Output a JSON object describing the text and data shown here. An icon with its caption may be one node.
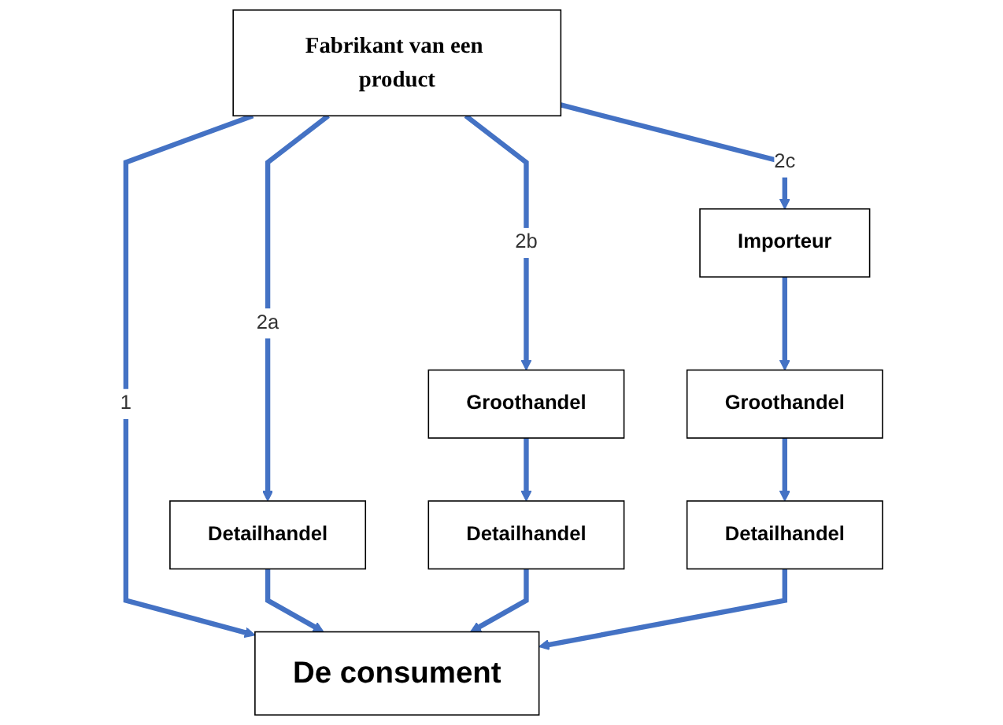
{
  "diagram": {
    "nodes": [
      {
        "text": [
          "Fabrikant van een product"
        ]
      },
      {
        "text": [
          "Detailhandel"
        ]
      },
      {
        "text": [
          "Groothandel"
        ]
      },
      {
        "text": [
          "Detailhandel"
        ]
      },
      {
        "text": [
          "Importeur"
        ]
      },
      {
        "text": [
          "Groothandel"
        ]
      },
      {
        "text": [
          "Detailhandel"
        ]
      },
      {
        "text": [
          "De consument"
        ]
      }
    ],
    "edges": [
      {
        "from": 0,
        "to": 7,
        "arrow": "to",
        "label": "1"
      },
      {
        "from": 0,
        "to": 1,
        "arrow": "to",
        "label": "2a"
      },
      {
        "from": 1,
        "to": 7,
        "arrow": "to"
      },
      {
        "from": 0,
        "to": 2,
        "arrow": "to",
        "label": "2b"
      },
      {
        "from": 2,
        "to": 3,
        "arrow": "to"
      },
      {
        "from": 3,
        "to": 7,
        "arrow": "to"
      },
      {
        "from": 0,
        "to": 4,
        "arrow": "to",
        "label": "2c"
      },
      {
        "from": 4,
        "to": 5,
        "arrow": "to"
      },
      {
        "from": 5,
        "to": 6,
        "arrow": "to"
      },
      {
        "from": 6,
        "to": 7,
        "arrow": "to"
      }
    ]
  }
}
